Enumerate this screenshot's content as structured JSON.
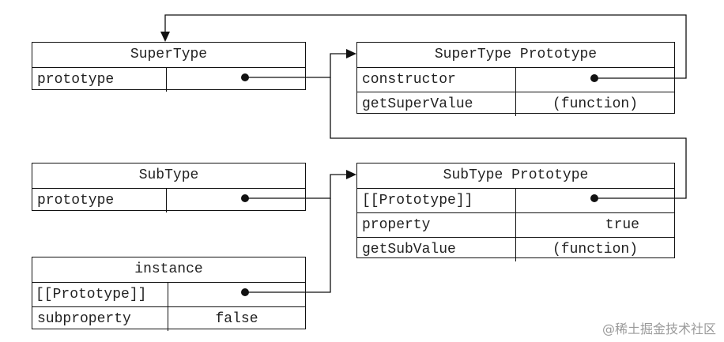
{
  "supertype": {
    "title": "SuperType",
    "rows": [
      {
        "key": "prototype",
        "value": ""
      }
    ]
  },
  "supertype_prototype": {
    "title": "SuperType Prototype",
    "rows": [
      {
        "key": "constructor",
        "value": ""
      },
      {
        "key": "getSuperValue",
        "value": "(function)"
      }
    ]
  },
  "subtype": {
    "title": "SubType",
    "rows": [
      {
        "key": "prototype",
        "value": ""
      }
    ]
  },
  "subtype_prototype": {
    "title": "SubType Prototype",
    "rows": [
      {
        "key": "[[Prototype]]",
        "value": ""
      },
      {
        "key": "property",
        "value": "true"
      },
      {
        "key": "getSubValue",
        "value": "(function)"
      }
    ]
  },
  "instance": {
    "title": "instance",
    "rows": [
      {
        "key": "[[Prototype]]",
        "value": ""
      },
      {
        "key": "subproperty",
        "value": "false"
      }
    ]
  },
  "watermark": "@稀土掘金技术社区",
  "colors": {
    "line": "#111111",
    "watermark": "#9a9a9a"
  }
}
